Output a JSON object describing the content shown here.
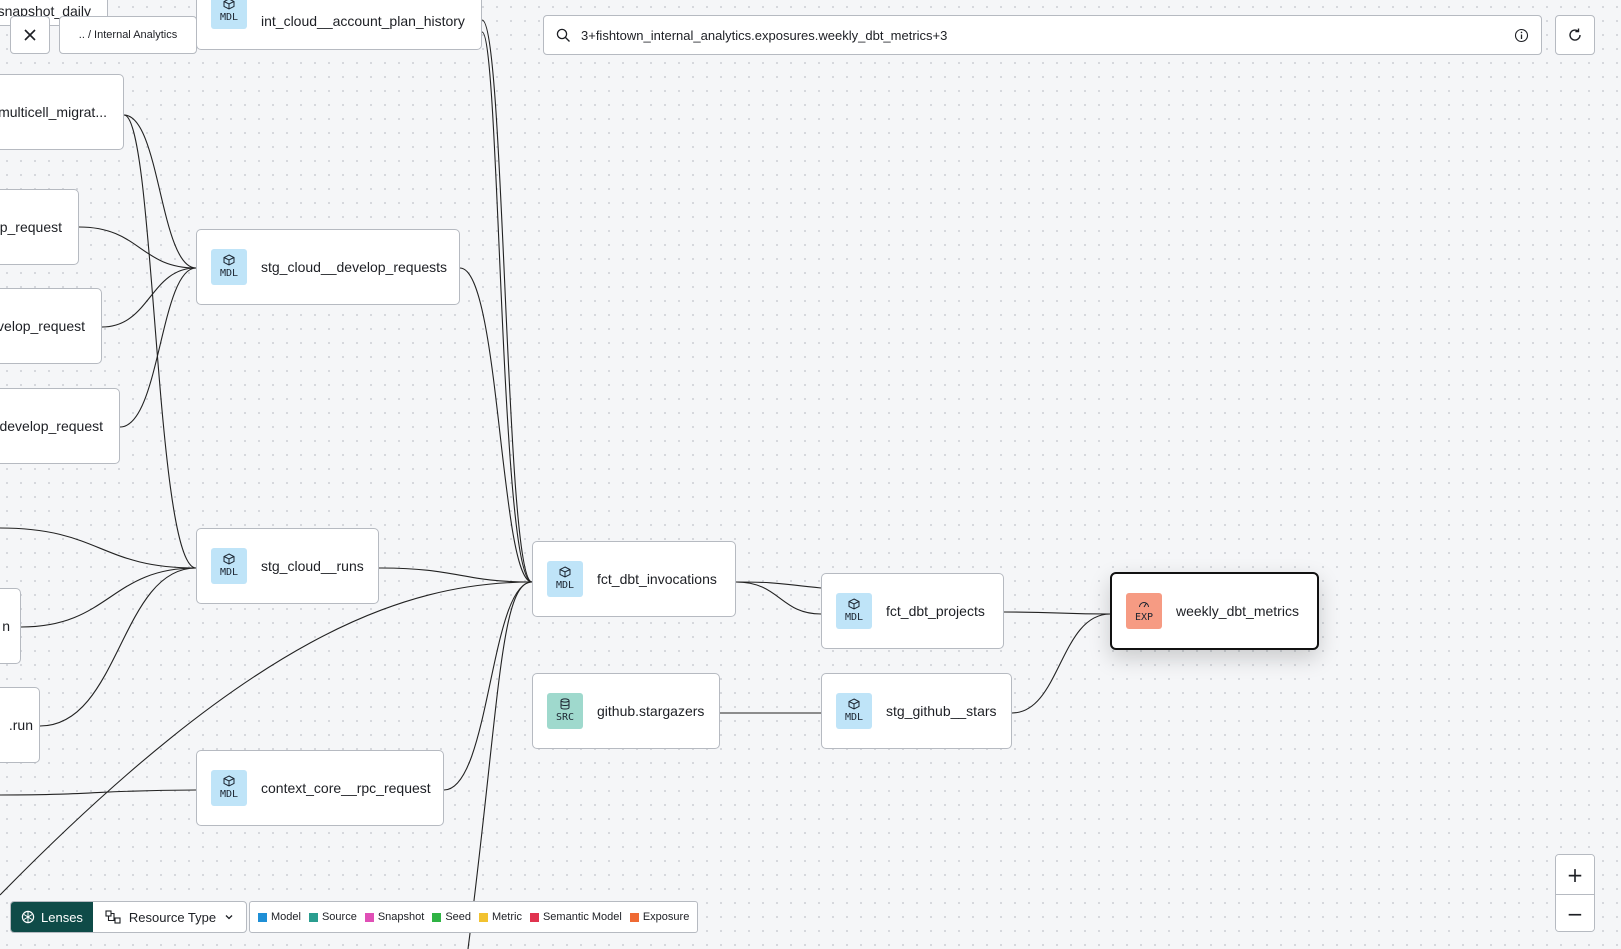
{
  "toolbar": {
    "breadcrumb": ".. / Internal Analytics",
    "search_value": "3+fishtown_internal_analytics.exposures.weekly_dbt_metrics+3"
  },
  "nodes": {
    "snapshot_daily": "snapshot_daily",
    "account_plan_history": "int_cloud__account_plan_history",
    "multicell": "multicell_migrat...",
    "op_request": "op_request",
    "velop_request": "velop_request",
    "dot_develop_request": ".develop_request",
    "develop_requests": "stg_cloud__develop_requests",
    "cloud_runs": "stg_cloud__runs",
    "cut_n": "n",
    "cut_run": ".run",
    "rpc_request": "context_core__rpc_request",
    "dbt_invocations": "fct_dbt_invocations",
    "stargazers": "github.stargazers",
    "dbt_projects": "fct_dbt_projects",
    "github_stars": "stg_github__stars",
    "weekly_metrics": "weekly_dbt_metrics"
  },
  "badges": {
    "model": "MDL",
    "source": "SRC",
    "exposure": "EXP"
  },
  "lenses": {
    "label": "Lenses",
    "resource_type": "Resource Type"
  },
  "legend": [
    {
      "label": "Model",
      "color": "#1f8fd6"
    },
    {
      "label": "Source",
      "color": "#2a9d8f"
    },
    {
      "label": "Snapshot",
      "color": "#e04fb6"
    },
    {
      "label": "Seed",
      "color": "#2fb344"
    },
    {
      "label": "Metric",
      "color": "#f2c230"
    },
    {
      "label": "Semantic Model",
      "color": "#e0334f"
    },
    {
      "label": "Exposure",
      "color": "#ef6a34"
    }
  ],
  "zoom": {
    "in": "+",
    "out": "−"
  }
}
